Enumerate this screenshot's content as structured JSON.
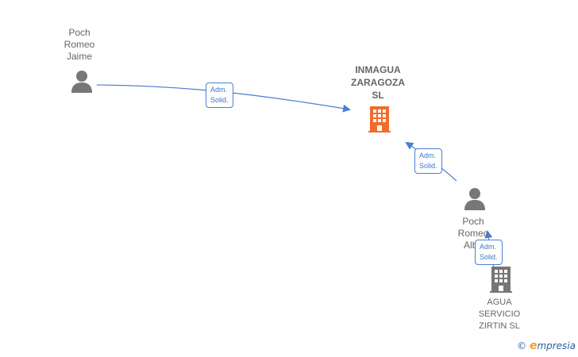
{
  "nodes": {
    "person1": {
      "lines": [
        "Poch",
        "Romeo",
        "Jaime"
      ]
    },
    "company_main": {
      "lines": [
        "INMAGUA",
        "ZARAGOZA",
        "SL"
      ]
    },
    "person2": {
      "lines": [
        "Poch",
        "Romeo",
        "Albe"
      ]
    },
    "company2": {
      "lines": [
        "AGUA",
        "SERVICIO",
        "ZIRTIN SL"
      ]
    }
  },
  "edges": {
    "e1": {
      "lines": [
        "Adm.",
        "Solid."
      ]
    },
    "e2": {
      "lines": [
        "Adm.",
        "Solid."
      ]
    },
    "e3": {
      "lines": [
        "Adm.",
        "Solid."
      ]
    }
  },
  "colors": {
    "edge": "#4a7fcf",
    "person_icon": "#777777",
    "main_company_icon": "#f26a2c",
    "company_icon": "#777777"
  },
  "watermark": {
    "copyright": "©",
    "brand_initial": "e",
    "brand_rest": "mpresia"
  }
}
